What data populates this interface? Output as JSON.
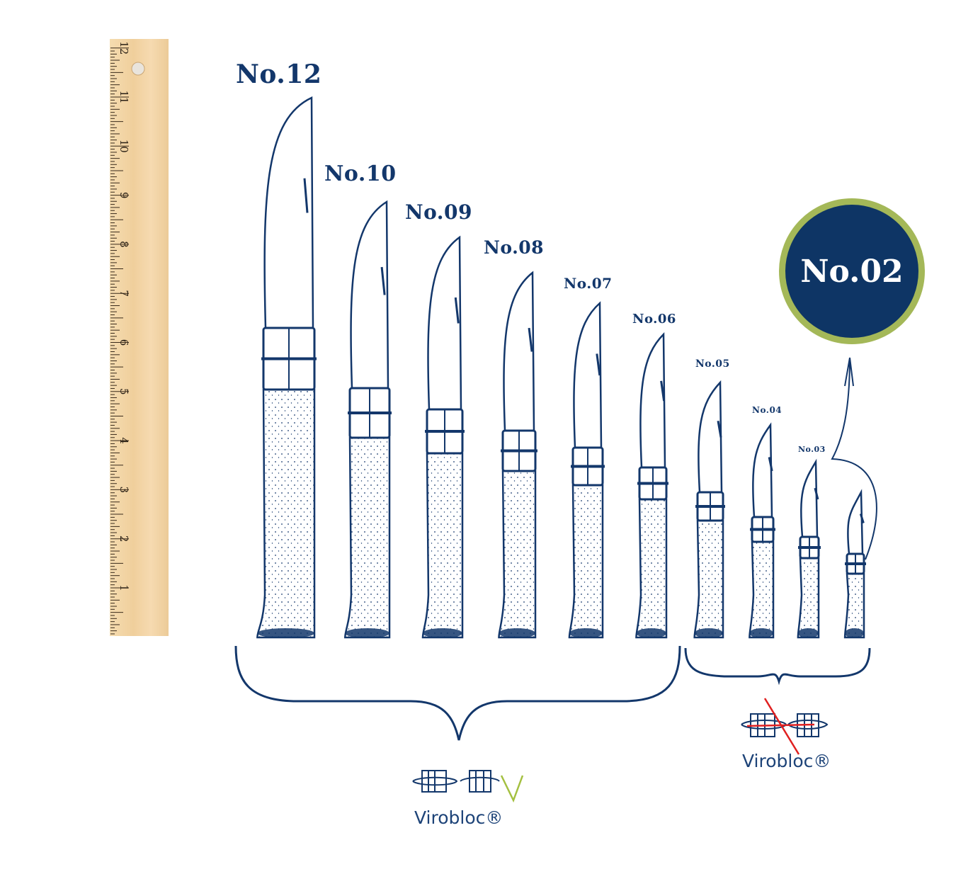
{
  "ruler": {
    "inch_labels": [
      "1",
      "2",
      "3",
      "4",
      "5",
      "6",
      "7",
      "8",
      "9",
      "10",
      "11",
      "12"
    ]
  },
  "knives": [
    {
      "label": "No.12"
    },
    {
      "label": "No.10"
    },
    {
      "label": "No.09"
    },
    {
      "label": "No.08"
    },
    {
      "label": "No.07"
    },
    {
      "label": "No.06"
    },
    {
      "label": "No.05"
    },
    {
      "label": "No.04"
    },
    {
      "label": "No.03"
    },
    {
      "label": "No.02"
    }
  ],
  "groups": {
    "with_virobloc": {
      "caption": "Virobloc®"
    },
    "without_virobloc": {
      "caption": "Virobloc®"
    }
  },
  "colors": {
    "ink": "#13376b",
    "badge_fill": "#0e3565",
    "badge_ring": "#a4b858",
    "wood": "#f3d4a4",
    "cross": "#e02020",
    "check": "#a4c040"
  }
}
